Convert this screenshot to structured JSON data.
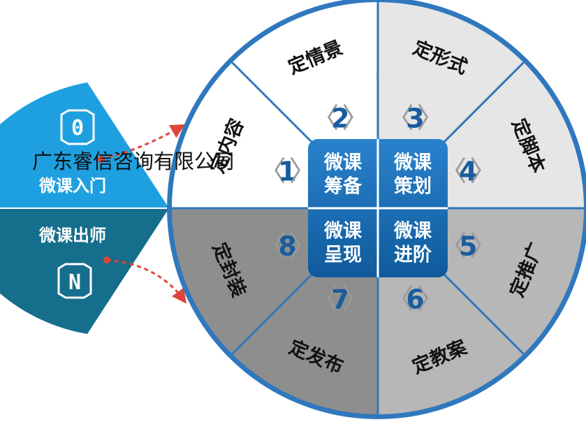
{
  "watermark": "广东睿信咨询有限公司",
  "left_fan": {
    "top": {
      "badge": "0",
      "label": "微课入门",
      "color": "#1ea0e0"
    },
    "bottom": {
      "badge": "N",
      "label": "微课出师",
      "color": "#156f8c"
    }
  },
  "segments": [
    {
      "num": "1",
      "label": "定内容"
    },
    {
      "num": "2",
      "label": "定情景"
    },
    {
      "num": "3",
      "label": "定形式"
    },
    {
      "num": "4",
      "label": "定脚本"
    },
    {
      "num": "5",
      "label": "定推广"
    },
    {
      "num": "6",
      "label": "定教案"
    },
    {
      "num": "7",
      "label": "定发布"
    },
    {
      "num": "8",
      "label": "定封装"
    }
  ],
  "center": [
    {
      "line1": "微课",
      "line2": "筹备"
    },
    {
      "line1": "微课",
      "line2": "策划"
    },
    {
      "line1": "微课",
      "line2": "呈现"
    },
    {
      "line1": "微课",
      "line2": "进阶"
    }
  ],
  "colors": {
    "ring": "#2f78bd",
    "seg_white": "#ffffff",
    "seg_light": "#e6e6e6",
    "seg_mid": "#b7b7b7",
    "seg_dark": "#8e8e8e",
    "center": "#1466ad",
    "arrow": "#e0453a"
  }
}
